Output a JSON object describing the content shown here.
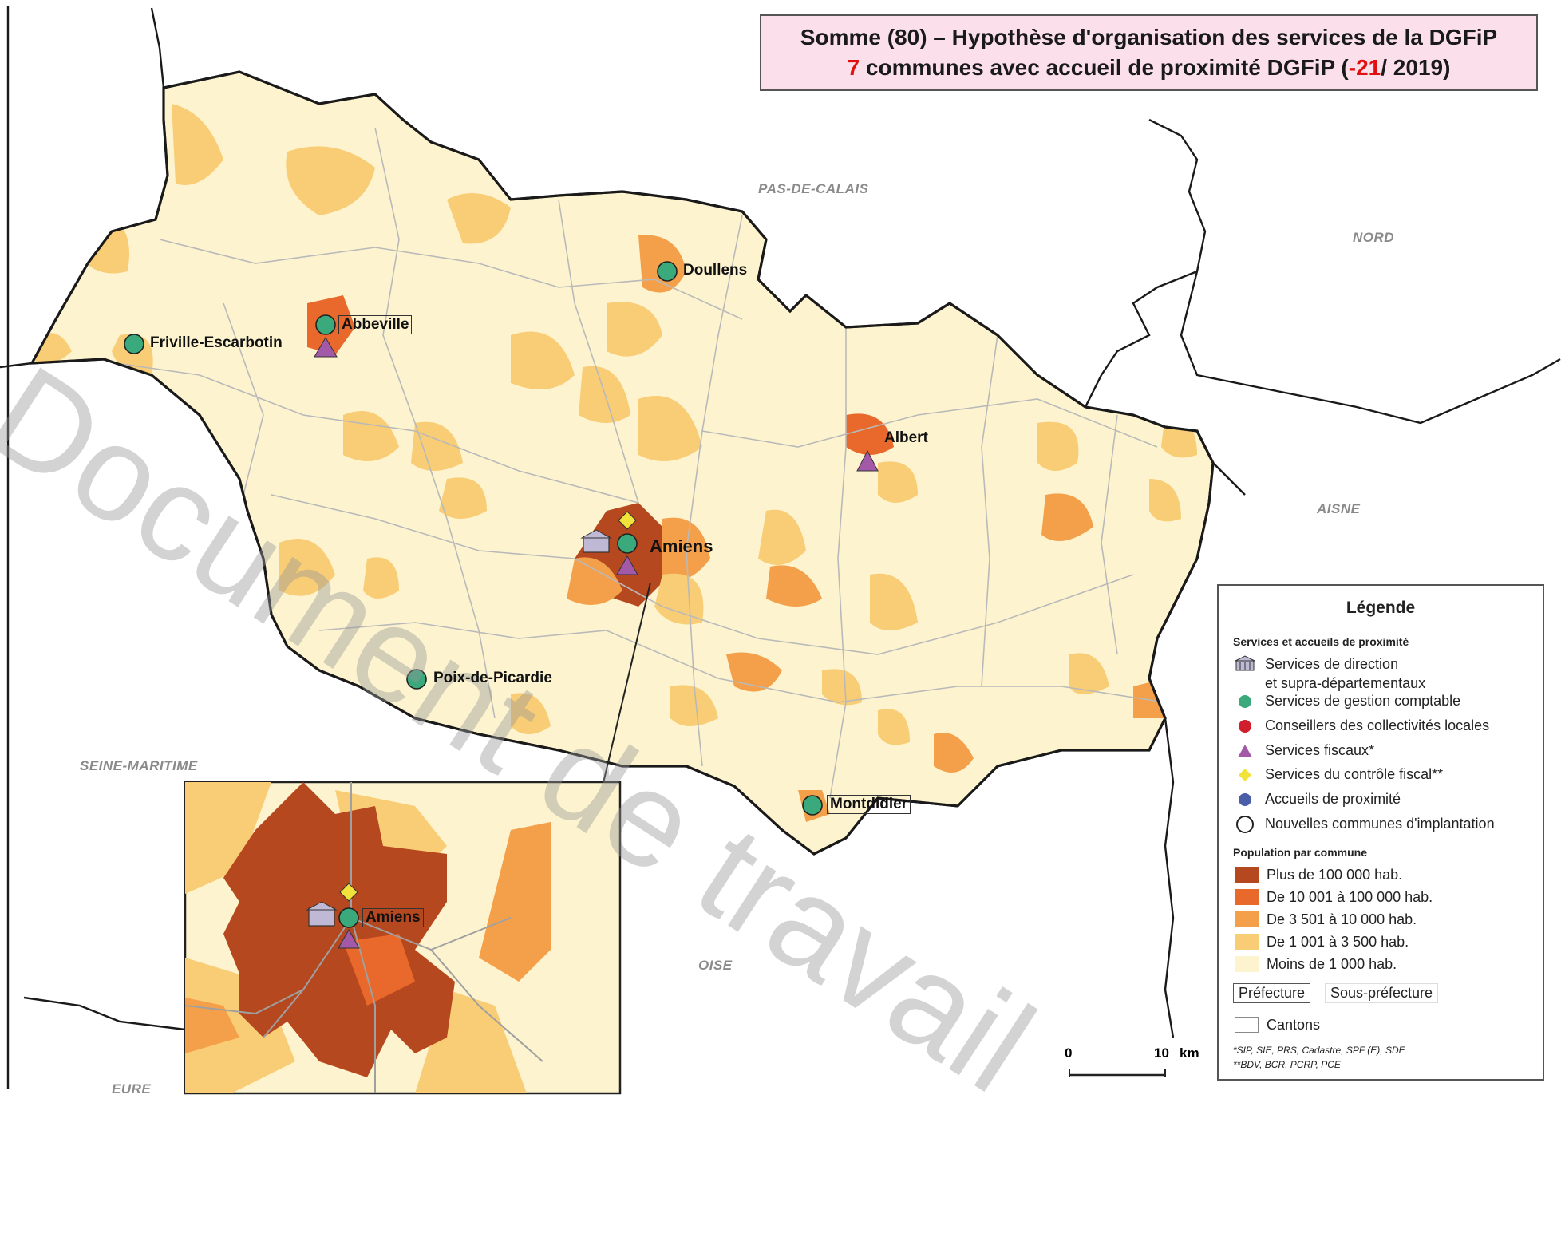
{
  "title": {
    "line1": "Somme (80) – Hypothèse d'organisation des services de la DGFiP",
    "line2_count": "7",
    "line2_text": " communes avec accueil de proximité DGFiP (",
    "line2_delta": "-21",
    "line2_end": "/ 2019)"
  },
  "neighbors": {
    "pas_de_calais": "PAS-DE-CALAIS",
    "nord": "NORD",
    "aisne": "AISNE",
    "oise": "OISE",
    "seine_maritime": "SEINE-MARITIME",
    "eure": "EURE"
  },
  "cities": {
    "abbeville": "Abbeville",
    "friville": "Friville-Escarbotin",
    "doullens": "Doullens",
    "albert": "Albert",
    "amiens": "Amiens",
    "poix": "Poix-de-Picardie",
    "montdidier": "Montdidier",
    "amiens_inset": "Amiens"
  },
  "legend": {
    "title": "Légende",
    "section_services": "Services et accueils de proximité",
    "direction_1": "Services de direction",
    "direction_2": "et supra-départementaux",
    "gestion": "Services de gestion comptable",
    "conseillers": "Conseillers des collectivités locales",
    "fiscaux": "Services fiscaux*",
    "controle": "Services du contrôle fiscal**",
    "accueils": "Accueils de proximité",
    "nouvelles": "Nouvelles communes d'implantation",
    "section_population": "Population par commune",
    "pop_classes": [
      {
        "label": "Plus de 100 000 hab.",
        "color": "#b5481f"
      },
      {
        "label": "De 10 001 à 100 000 hab.",
        "color": "#e8692b"
      },
      {
        "label": "De 3 501 à  10 000 hab.",
        "color": "#f4a04a"
      },
      {
        "label": "De 1 001 à   3 500 hab.",
        "color": "#f9cd75"
      },
      {
        "label": "Moins de 1 000 hab.",
        "color": "#fdf4cf"
      }
    ],
    "prefecture": "Préfecture",
    "sous_prefecture": "Sous-préfecture",
    "cantons": "Cantons",
    "note1": "*SIP, SIE, PRS, Cadastre, SPF (E), SDE",
    "note2": "**BDV, BCR, PCRP, PCE"
  },
  "scale": {
    "zero": "0",
    "ten": "10",
    "unit": "km"
  },
  "watermark": "Document de travail",
  "colors": {
    "dept_fill": "#fdf4cf",
    "gestion": "#3aaa7c",
    "fiscaux": "#a259a8",
    "controle": "#f2e33a",
    "conseillers": "#d11d2c",
    "accueils": "#4a5ea8"
  }
}
